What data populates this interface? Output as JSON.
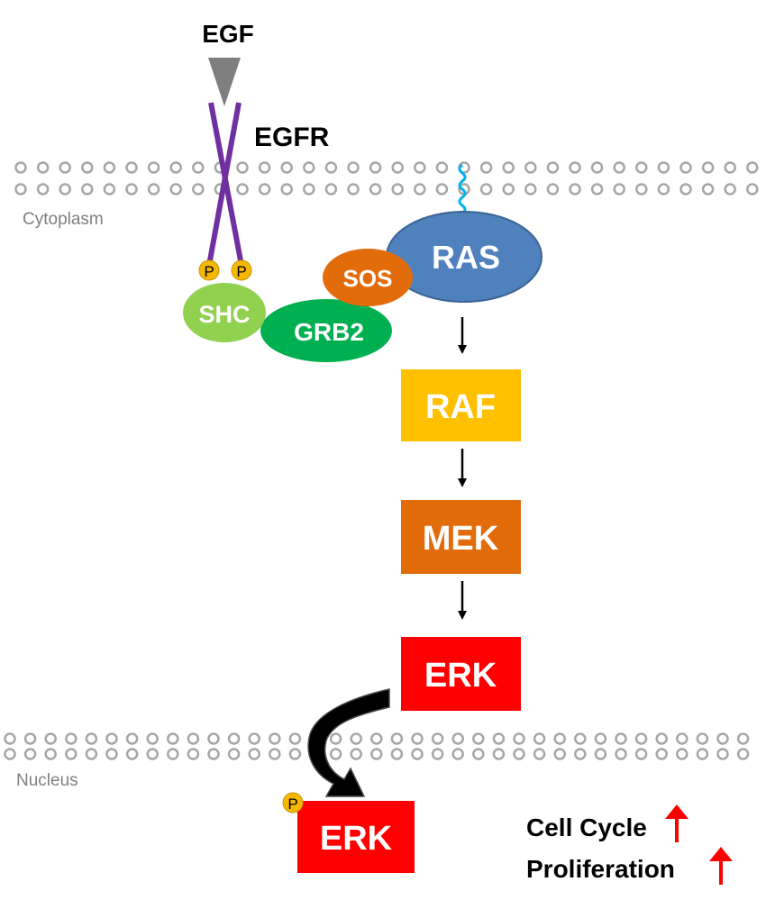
{
  "labels": {
    "egf": "EGF",
    "egfr": "EGFR",
    "cytoplasm": "Cytoplasm",
    "nucleus": "Nucleus",
    "p": "P",
    "shc": "SHC",
    "grb2": "GRB2",
    "sos": "SOS",
    "ras": "RAS",
    "raf": "RAF",
    "mek": "MEK",
    "erk": "ERK",
    "erk_nuclear": "ERK",
    "cell_cycle": "Cell Cycle",
    "proliferation": "Proliferation"
  },
  "colors": {
    "membrane": "#a6a6a6",
    "receptor": "#7030a0",
    "ligand": "#7f7f7f",
    "phospho": "#f5b800",
    "shc": "#92d050",
    "grb2": "#00b050",
    "sos": "#e36c0a",
    "ras": "#4f81bd",
    "raf": "#ffc000",
    "mek": "#e36c0a",
    "erk": "#ff0000",
    "upregulation": "#ff0000"
  }
}
